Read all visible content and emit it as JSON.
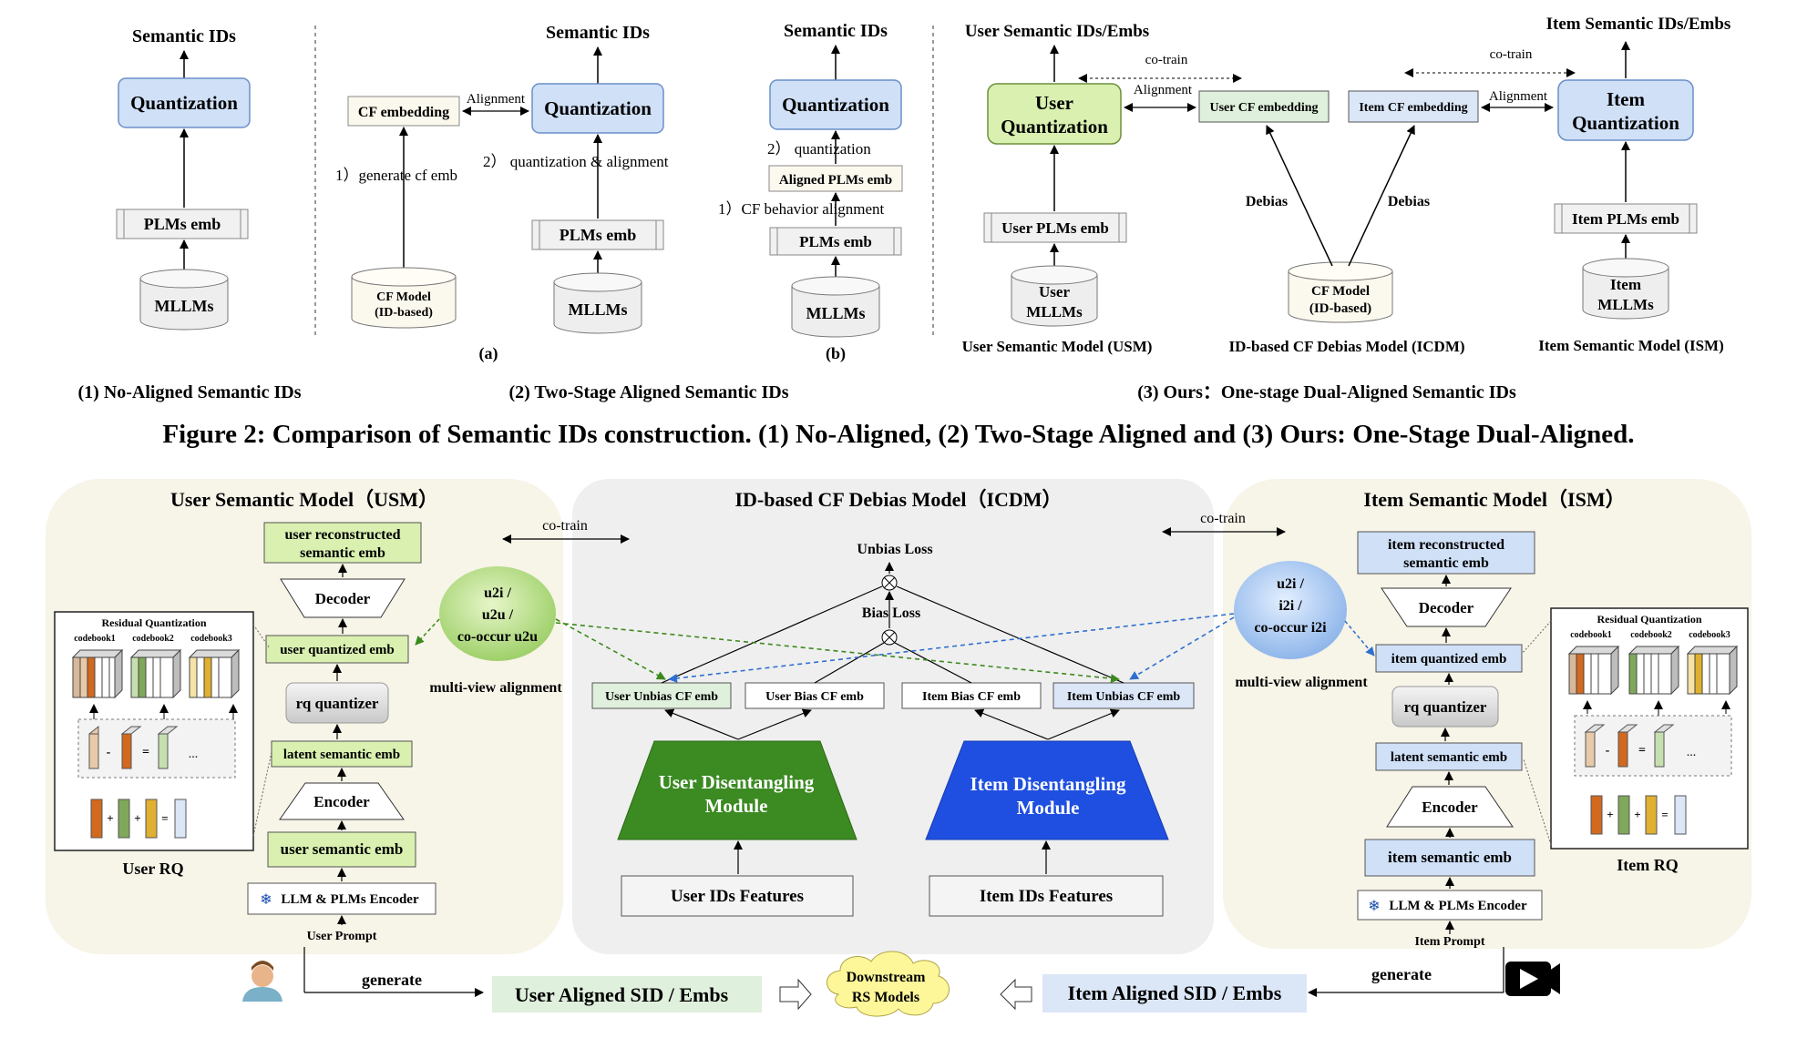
{
  "top": {
    "p1": {
      "semantic_ids": "Semantic IDs",
      "quantization": "Quantization",
      "plms_emb": "PLMs emb",
      "mllms": "MLLMs",
      "caption": "(1) No-Aligned Semantic IDs"
    },
    "p2a": {
      "semantic_ids": "Semantic IDs",
      "quantization": "Quantization",
      "cf_embedding": "CF embedding",
      "alignment": "Alignment",
      "step1": "1）generate cf emb",
      "step2": "2） quantization & alignment",
      "plms_emb": "PLMs emb",
      "mllms": "MLLMs",
      "cf_model_l1": "CF Model",
      "cf_model_l2": "(ID-based)",
      "label": "(a)"
    },
    "p2b": {
      "semantic_ids": "Semantic IDs",
      "quantization": "Quantization",
      "step2": "2） quantization",
      "aligned_plms": "Aligned PLMs emb",
      "step1": "1）CF behavior alignment",
      "plms_emb": "PLMs emb",
      "mllms": "MLLMs",
      "label": "(b)"
    },
    "p2_caption": "(2) Two-Stage Aligned Semantic IDs",
    "p3": {
      "user_title": "User Semantic IDs/Embs",
      "item_title": "Item Semantic IDs/Embs",
      "co_train_left": "co-train",
      "co_train_right": "co-train",
      "alignment_left": "Alignment",
      "alignment_right": "Alignment",
      "user_quant_l1": "User",
      "user_quant_l2": "Quantization",
      "item_quant_l1": "Item",
      "item_quant_l2": "Quantization",
      "user_cf": "User CF embedding",
      "item_cf": "Item CF embedding",
      "debias_left": "Debias",
      "debias_right": "Debias",
      "user_plms": "User PLMs emb",
      "item_plms": "Item PLMs emb",
      "user_mllms_l1": "User",
      "user_mllms_l2": "MLLMs",
      "item_mllms_l1": "Item",
      "item_mllms_l2": "MLLMs",
      "cf_model_l1": "CF Model",
      "cf_model_l2": "(ID-based)",
      "usm": "User Semantic Model (USM)",
      "icdm": "ID-based CF Debias Model (ICDM)",
      "ism": "Item Semantic Model (ISM)",
      "caption": "(3) Ours：One-stage Dual-Aligned Semantic IDs"
    }
  },
  "figure_caption": "Figure 2: Comparison of Semantic IDs construction. (1) No-Aligned, (2) Two-Stage Aligned and (3) Ours: One-Stage Dual-Aligned.",
  "usm": {
    "title": "User Semantic Model（USM）",
    "reconstructed_l1": "user reconstructed",
    "reconstructed_l2": "semantic emb",
    "decoder": "Decoder",
    "quantized_emb": "user quantized emb",
    "rq_quantizer": "rq quantizer",
    "latent_emb": "latent semantic emb",
    "encoder": "Encoder",
    "semantic_emb": "user semantic emb",
    "llm_encoder": "LLM & PLMs Encoder",
    "prompt": "User Prompt",
    "rq_title": "Residual Quantization",
    "codebook1": "codebook1",
    "codebook2": "codebook2",
    "codebook3": "codebook3",
    "rq_label": "User RQ",
    "alignment_bubble": [
      "u2i /",
      "u2u /",
      "co-occur u2u"
    ],
    "multi_view": "multi-view alignment",
    "co_train": "co-train"
  },
  "icdm": {
    "title": "ID-based CF Debias Model（ICDM）",
    "unbias_loss": "Unbias Loss",
    "bias_loss": "Bias Loss",
    "user_unbias": "User Unbias CF emb",
    "user_bias": "User Bias CF emb",
    "item_bias": "Item Bias CF emb",
    "item_unbias": "Item Unbias CF emb",
    "user_module_l1": "User Disentangling",
    "user_module_l2": "Module",
    "item_module_l1": "Item Disentangling",
    "item_module_l2": "Module",
    "user_ids": "User IDs Features",
    "item_ids": "Item IDs Features"
  },
  "ism": {
    "title": "Item Semantic Model（ISM）",
    "reconstructed_l1": "item reconstructed",
    "reconstructed_l2": "semantic emb",
    "decoder": "Decoder",
    "quantized_emb": "item quantized emb",
    "rq_quantizer": "rq quantizer",
    "latent_emb": "latent semantic emb",
    "encoder": "Encoder",
    "semantic_emb": "item semantic emb",
    "llm_encoder": "LLM & PLMs Encoder",
    "prompt": "Item Prompt",
    "rq_title": "Residual Quantization",
    "codebook1": "codebook1",
    "codebook2": "codebook2",
    "codebook3": "codebook3",
    "rq_label": "Item RQ",
    "alignment_bubble": [
      "u2i /",
      "i2i /",
      "co-occur i2i"
    ],
    "multi_view": "multi-view alignment",
    "co_train": "co-train"
  },
  "bottom": {
    "generate_left": "generate",
    "generate_right": "generate",
    "user_aligned": "User Aligned SID / Embs",
    "item_aligned": "Item Aligned SID / Embs",
    "downstream_l1": "Downstream",
    "downstream_l2": "RS Models",
    "ellipsis": "..."
  },
  "colors": {
    "blue_box": "#cfe0f7",
    "green_box": "#d9f0b8",
    "green_dark": "#2e7d32",
    "blue_dark": "#1f4fe0",
    "panel_bg": "#f7f4e8",
    "panel_mid": "#efefef"
  }
}
